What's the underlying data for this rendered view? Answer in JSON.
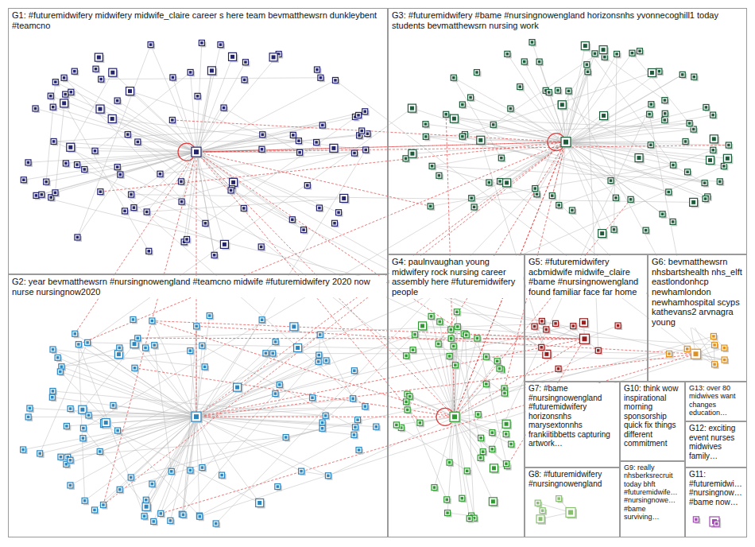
{
  "diagram": {
    "nodes": [
      {
        "text": [
          "G1: #futuremidwifery midwifery midwife_claire career s here team bevmatthewsrn dunkleybent #teamcno"
        ]
      },
      {
        "text": [
          "G3: #futuremidwifery #bame #nursingnowengland horizonsnhs yvonnecoghill1 today students bevmatthewsrn nursing work"
        ]
      },
      {
        "text": [
          "G2: year bevmatthewsrn #nursingnowengland #teamcno midwife #futuremidwifery 2020 now nurse nursingnow2020"
        ]
      },
      {
        "text": [
          "G4: paulnvaughan young midwifery rock nursing career assembly here #futuremidwifery people"
        ]
      },
      {
        "text": [
          "G5: #futuremidwifery acbmidwife midwife_claire #bame #nursingnowengland found familiar face far home"
        ]
      },
      {
        "text": [
          "G6: bevmatthewsrn nhsbartshealth nhs_elft eastlondonhcp newhamlondon newhamhospital scyps kathevans2 arvnagra young"
        ]
      },
      {
        "text": [
          "G7: #bame #nursingnowengland #futuremidwifery horizonsnhs marysextonnhs frankiitibbetts capturing artwork…"
        ]
      },
      {
        "text": [
          "G10: think wow inspirational morning sponsorship quick fix things different commitment"
        ]
      },
      {
        "text": [
          "G13: over 80 midwives want changes education…"
        ]
      },
      {
        "text": [
          "G12: exciting event nurses midwives family…"
        ]
      },
      {
        "text": [
          "G8: #futuremidwifery #nursingnowengland"
        ]
      },
      {
        "text": [
          "G9: really nhsberksrecruit today bhft #futuremidwife… #nursingnowe… #bame surviving…"
        ]
      },
      {
        "text": [
          "G11: #futuremidwi… #nursingnow… #bame now…"
        ]
      }
    ]
  }
}
